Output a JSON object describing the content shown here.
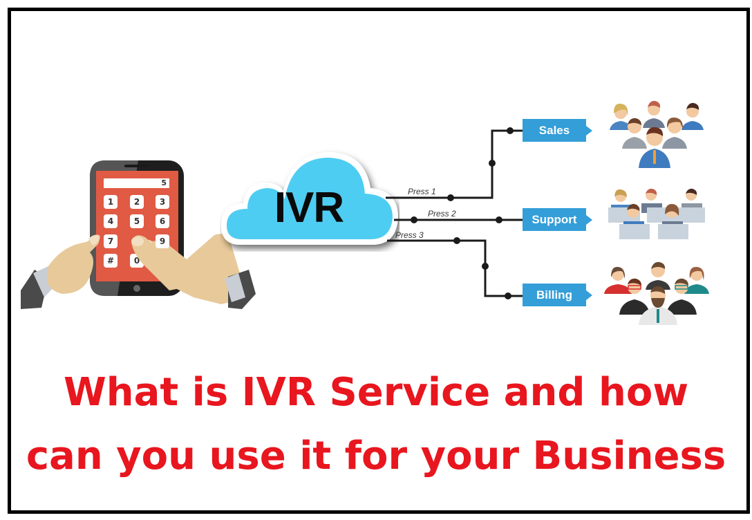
{
  "diagram": {
    "phone": {
      "display_value": "5",
      "keys": [
        "1",
        "2",
        "3",
        "4",
        "5",
        "6",
        "7",
        "",
        "9",
        "#",
        "0",
        ""
      ],
      "body_color": "#222222",
      "screen_color": "#e05a44"
    },
    "cloud": {
      "label": "IVR",
      "color": "#4ecdf2"
    },
    "branches": [
      {
        "press_label": "Press 1",
        "department": "Sales",
        "group_icon": "business-team-icon"
      },
      {
        "press_label": "Press 2",
        "department": "Support",
        "group_icon": "call-center-agents-icon"
      },
      {
        "press_label": "Press 3",
        "department": "Billing",
        "group_icon": "finance-team-icon"
      }
    ],
    "accent_color": "#349ed8",
    "wire_color": "#1a1a1a"
  },
  "headline": {
    "line1": "What is IVR Service and how",
    "line2": "can you use it for your Business",
    "color": "#e8161e"
  }
}
